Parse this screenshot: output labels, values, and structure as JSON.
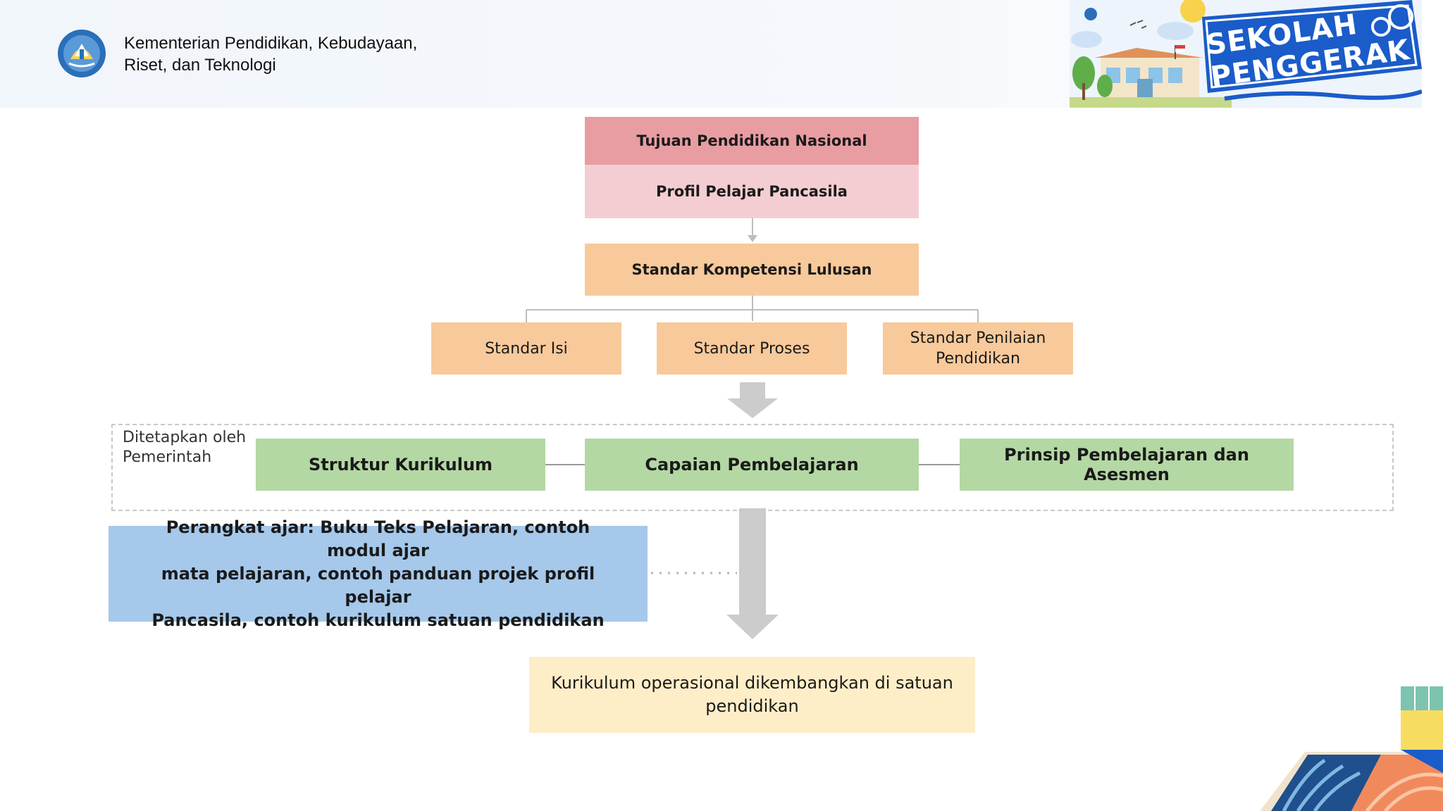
{
  "header": {
    "ministry_line1": "Kementerian Pendidikan, Kebudayaan,",
    "ministry_line2": "Riset, dan Teknologi",
    "banner_line1": "SEKOLAH",
    "banner_line2": "PENGGERAK"
  },
  "diagram": {
    "tujuan": "Tujuan Pendidikan Nasional",
    "profil": "Profil Pelajar Pancasila",
    "skl": "Standar Kompetensi Lulusan",
    "standar_isi": "Standar Isi",
    "standar_proses": "Standar Proses",
    "standar_penilaian_line1": "Standar Penilaian",
    "standar_penilaian_line2": "Pendidikan",
    "gov_label_line1": "Ditetapkan oleh",
    "gov_label_line2": "Pemerintah",
    "struktur": "Struktur Kurikulum",
    "capaian": "Capaian Pembelajaran",
    "prinsip": "Prinsip Pembelajaran dan Asesmen",
    "perangkat_line1": "Perangkat ajar: Buku Teks Pelajaran, contoh modul ajar",
    "perangkat_line2": "mata pelajaran, contoh panduan projek profil pelajar",
    "perangkat_line3": "Pancasila, contoh kurikulum satuan pendidikan",
    "kurikulum_line1": "Kurikulum operasional dikembangkan di  satuan",
    "kurikulum_line2": "pendidikan"
  },
  "colors": {
    "red": "#e89da2",
    "pink": "#f4cdd2",
    "orange": "#f8c99a",
    "green": "#b3d8a4",
    "blue": "#a5c8eb",
    "yellow": "#fdeec8",
    "banner_blue": "#1a5cc9"
  }
}
